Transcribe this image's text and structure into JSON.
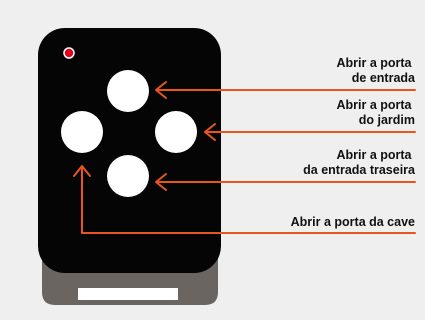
{
  "colors": {
    "background": "#efefef",
    "remote_body": "#050505",
    "remote_base": "#6b6561",
    "led": "#e3001b",
    "button": "#ffffff",
    "accent": "#e8551e"
  },
  "callouts": [
    {
      "id": "top",
      "lines": [
        "Abrir a porta",
        "de entrada"
      ]
    },
    {
      "id": "right",
      "lines": [
        "Abrir a porta",
        "do jardim"
      ]
    },
    {
      "id": "bottom",
      "lines": [
        "Abrir a porta",
        "da entrada traseira"
      ]
    },
    {
      "id": "left",
      "lines": [
        "Abrir a porta da cave"
      ]
    }
  ]
}
